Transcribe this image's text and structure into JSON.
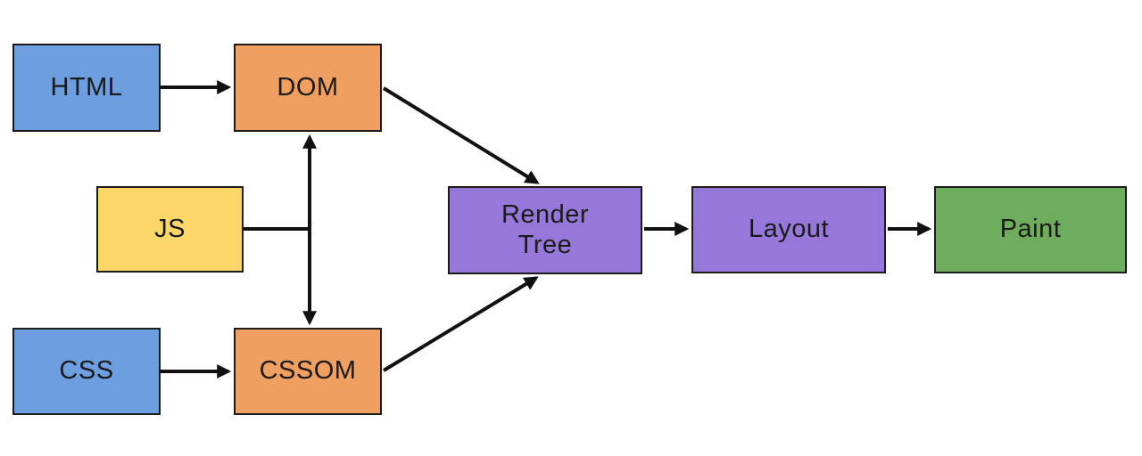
{
  "diagram": {
    "nodes": [
      {
        "id": "html",
        "label": "HTML",
        "fill": "#6D9EE0"
      },
      {
        "id": "dom",
        "label": "DOM",
        "fill": "#EF9F60"
      },
      {
        "id": "js",
        "label": "JS",
        "fill": "#FBD76A"
      },
      {
        "id": "css",
        "label": "CSS",
        "fill": "#6D9EE0"
      },
      {
        "id": "cssom",
        "label": "CSSOM",
        "fill": "#EF9F60"
      },
      {
        "id": "render-tree",
        "label": "Render\nTree",
        "fill": "#9678DB"
      },
      {
        "id": "layout",
        "label": "Layout",
        "fill": "#9678DB"
      },
      {
        "id": "paint",
        "label": "Paint",
        "fill": "#6FAD5E"
      }
    ],
    "edges": [
      {
        "from": "html",
        "to": "dom",
        "style": "arrow"
      },
      {
        "from": "css",
        "to": "cssom",
        "style": "arrow"
      },
      {
        "from": "dom",
        "to": "cssom",
        "style": "double-arrow"
      },
      {
        "from": "js",
        "to": "dom-cssom-arrow",
        "style": "line"
      },
      {
        "from": "dom",
        "to": "render-tree",
        "style": "arrow"
      },
      {
        "from": "cssom",
        "to": "render-tree",
        "style": "arrow"
      },
      {
        "from": "render-tree",
        "to": "layout",
        "style": "arrow"
      },
      {
        "from": "layout",
        "to": "paint",
        "style": "arrow"
      }
    ],
    "colors": {
      "background": "#ffffff",
      "box_border": "#1b1b1b",
      "arrow": "#111111",
      "text": "#1a1a1a"
    }
  }
}
